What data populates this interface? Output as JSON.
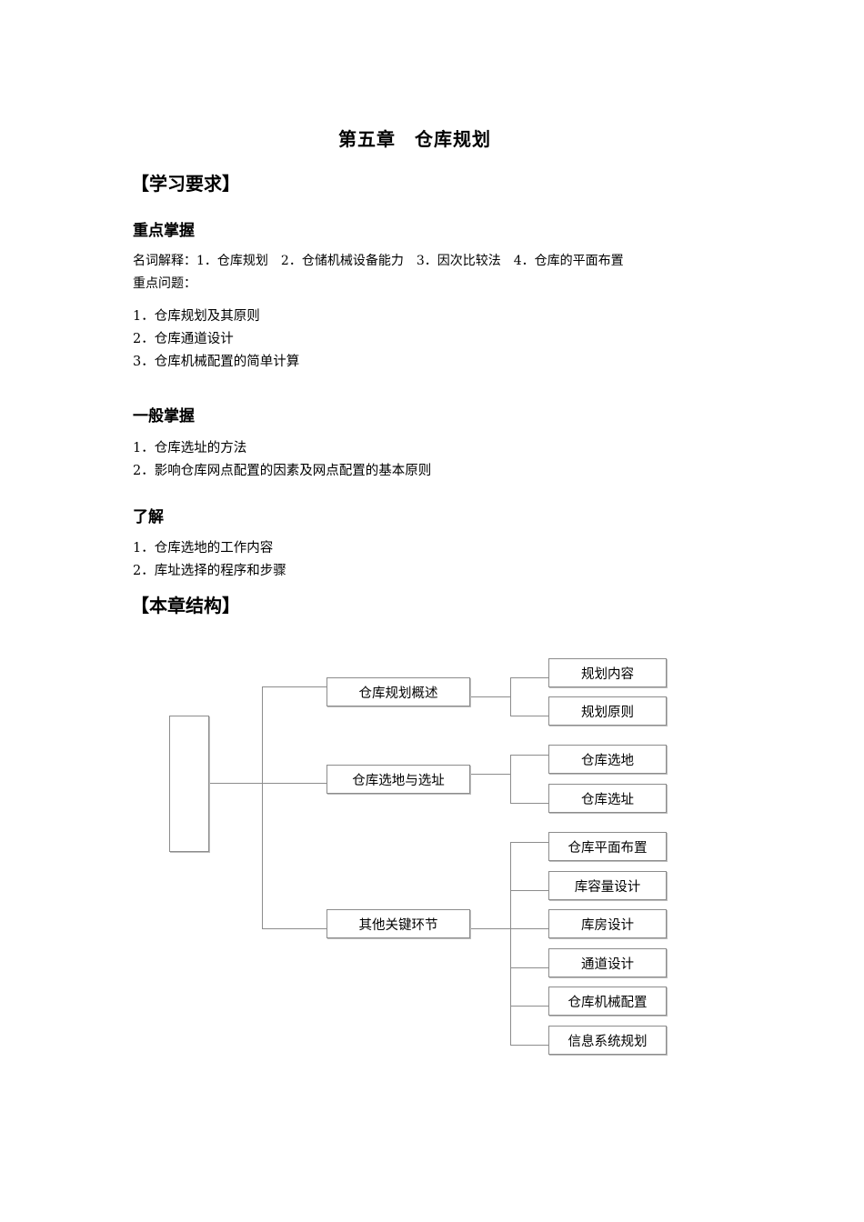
{
  "title": "第五章　仓库规划",
  "sections": {
    "requirements": "【学习要求】",
    "structure": "【本章结构】"
  },
  "key_mastery": {
    "heading": "重点掌握",
    "terms": "名词解释：1．仓库规划　2．仓储机械设备能力　3．因次比较法　4．仓库的平面布置",
    "problems_label": "重点问题：",
    "items": [
      "1．仓库规划及其原则",
      "2．仓库通道设计",
      "3．仓库机械配置的简单计算"
    ]
  },
  "general_mastery": {
    "heading": "一般掌握",
    "items": [
      "1．仓库选址的方法",
      "2．影响仓库网点配置的因素及网点配置的基本原则"
    ]
  },
  "understand": {
    "heading": "了解",
    "items": [
      "1．仓库选地的工作内容",
      "2．库址选择的程序和步骤"
    ]
  },
  "diagram": {
    "root": "",
    "branches": [
      {
        "label": "仓库规划概述",
        "children": [
          "规划内容",
          "规划原则"
        ]
      },
      {
        "label": "仓库选地与选址",
        "children": [
          "仓库选地",
          "仓库选址"
        ]
      },
      {
        "label": "其他关键环节",
        "children": [
          "仓库平面布置",
          "库容量设计",
          "库房设计",
          "通道设计",
          "仓库机械配置",
          "信息系统规划"
        ]
      }
    ]
  }
}
